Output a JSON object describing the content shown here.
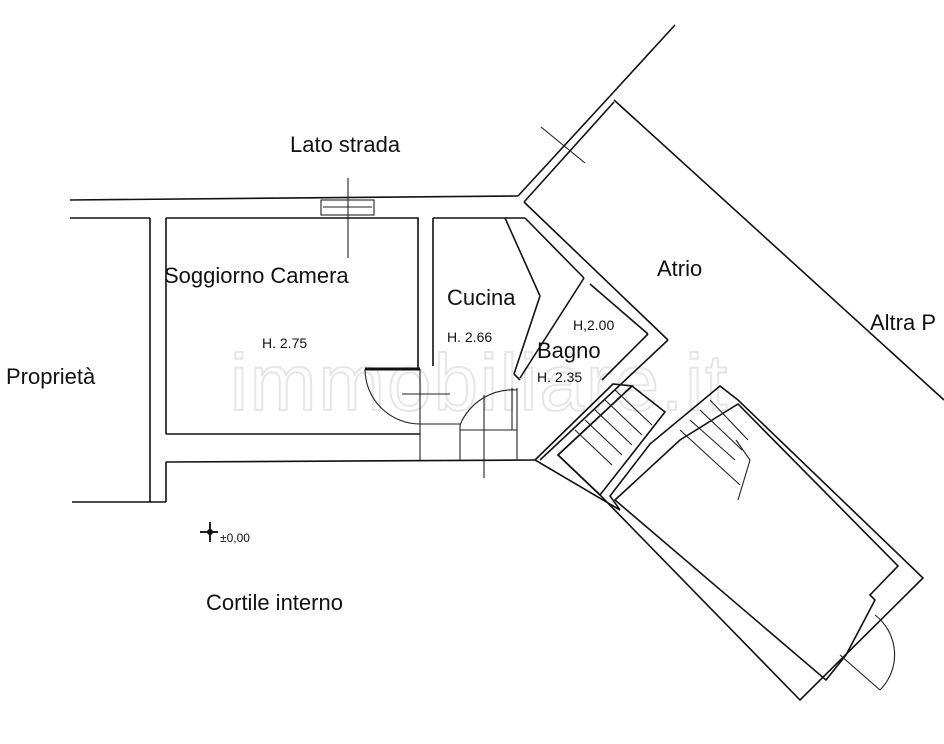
{
  "floorplan": {
    "street_label": "Lato strada",
    "rooms": [
      {
        "name": "Soggiorno Camera",
        "height": "H. 2.75"
      },
      {
        "name": "Cucina",
        "height": "H. 2.66"
      },
      {
        "name": "Bagno",
        "height": "H. 2.35",
        "height_secondary": "H,2.00"
      },
      {
        "name": "Atrio"
      }
    ],
    "neighbors": {
      "left": "Proprietà",
      "right": "Altra P"
    },
    "courtyard": "Cortile interno",
    "elevation_marker": "±0,00",
    "watermark": "immobiliare.it"
  }
}
